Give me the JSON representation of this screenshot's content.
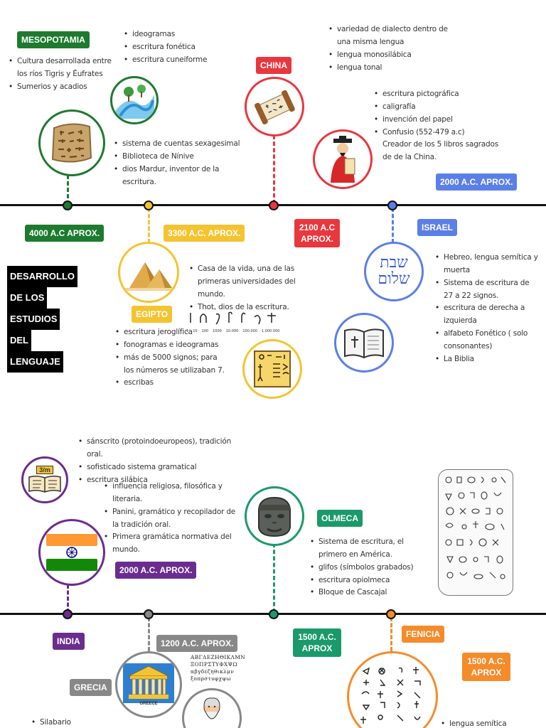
{
  "title": [
    "DESARROLLO",
    "DE LOS",
    "ESTUDIOS",
    "DEL",
    "LENGUAJE"
  ],
  "colors": {
    "mesopotamia": "#1e7a2e",
    "egipto": "#f4c430",
    "china": "#e8373d",
    "israel": "#5b7fe8",
    "india": "#6b2c8f",
    "grecia": "#888888",
    "olmeca": "#1a9a6a",
    "fenicia": "#f58b2a"
  },
  "labels": {
    "mesopotamia": "MESOPOTAMIA",
    "mesopotamia_date": "4000 A.C APROX.",
    "egipto": "EGIPTO",
    "egipto_date": "3300 A.C. APROX.",
    "china": "CHINA",
    "china_date": "2100 A.C APROX.",
    "israel": "ISRAEL",
    "israel_date": "2000 A.C. APROX.",
    "india": "INDIA",
    "india_date": "2000 A.C. APROX.",
    "grecia": "GRECIA",
    "grecia_date": "1200 A.C. APROX.",
    "olmeca": "OLMECA",
    "olmeca_date": "1500 A.C. APROX",
    "fenicia": "FENICIA",
    "fenicia_date": "1500 A.C. APROX"
  },
  "lists": {
    "meso_a": [
      "Cultura desarrollada entre los ríos Tigris y Éufrates",
      "Sumerios y acadios"
    ],
    "meso_b": [
      "ideogramas",
      "escritura fonética",
      "escritura cuneiforme"
    ],
    "meso_c": [
      "sistema de cuentas sexagesimal",
      "Biblioteca de Nínive",
      "dios Mardur, inventor de la escritura."
    ],
    "china_a": [
      "variedad de dialecto dentro de una misma lengua",
      "lengua monosilábica",
      "lengua tonal"
    ],
    "china_b": [
      "escritura pictográfica",
      "caligrafía",
      "invención del papel",
      "Confusio (552-479 a.c)"
    ],
    "china_b_extra": "Creador de los 5 libros sagrados de de la China.",
    "egipto_a": [
      "Casa de la vida, una de las primeras universidades del mundo.",
      "Thot, dios de la escritura."
    ],
    "egipto_b": [
      "escritura jeroglífica",
      "fonogramas e ideogramas",
      "más de 5000 signos; para los números se utilizaban 7.",
      "escribas"
    ],
    "israel_a": [
      "Hebreo, lengua semítica y muerta",
      "Sistema de escritura de 27 a 22 signos.",
      "escritura de derecha a izquierda",
      "alfabeto Fonético ( solo consonantes)",
      "La Biblia"
    ],
    "india_a": [
      "sánscrito (protoindoeuropeos), tradición oral.",
      "sofisticado sistema gramatical",
      "escritura silábica"
    ],
    "india_b": [
      "influencia religiosa, filosófica y literaria.",
      "Panini, gramático y recopilador de la tradición oral.",
      "Primera gramática normativa del mundo."
    ],
    "olmeca_a": [
      "Sistema de escritura, el primero en América.",
      "glifos (símbolos grabados)",
      "escritura opiolmeca",
      "Bloque de Cascajal"
    ],
    "grecia_a": [
      "Silabario"
    ],
    "fenicia_a": [
      "lengua semítica"
    ]
  },
  "images": {
    "hebrew_top": "שבת",
    "hebrew_bottom": "שלום",
    "greek_line1": "ΑΒΓΔΕΖΗΘΙΚΛΜΝ",
    "greek_line2": "ΞΟΠΡΣΤΥΦΧΨΩ",
    "greek_line3": "αβγδεζηθικλμν",
    "greek_line4": "ξοπρστυφχψω",
    "egypt_numerals": [
      "1",
      "10",
      "100",
      "1000",
      "10.000",
      "100.000",
      "1.000.000"
    ],
    "greece_sign": "GREECE",
    "india_book_tag": "3/m"
  }
}
